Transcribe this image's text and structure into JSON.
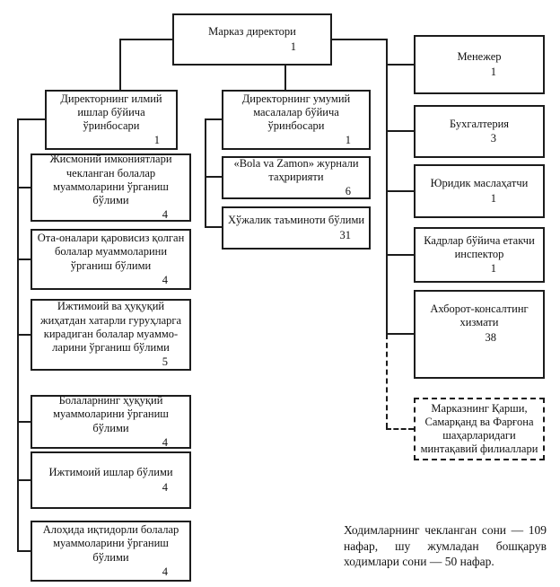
{
  "org": {
    "director": {
      "label": "Марказ директори",
      "count": "1"
    },
    "left_branch": {
      "head": {
        "label": "Директорнинг илмий ишлар бўйича ўринбосари",
        "count": "1"
      },
      "departments": [
        {
          "label": "Жисмоний имкониятлари чекланган болалар муаммоларини ўрганиш бўлими",
          "count": "4"
        },
        {
          "label": "Ота-оналари қаровисиз қолган болалар муаммоларини ўрганиш бўлими",
          "count": "4"
        },
        {
          "label": "Ижтимоий ва ҳуқуқий жиҳатдан хатарли гуруҳларга кирадиган болалар муаммо-ларини ўрганиш бўлими",
          "count": "5"
        },
        {
          "label": "Болаларнинг ҳуқуқий муаммоларини ўрганиш бўлими",
          "count": "4"
        },
        {
          "label": "Ижтимоий ишлар бўлими",
          "count": "4"
        },
        {
          "label": "Алоҳида иқтидорли болалар муаммоларини ўрганиш бўлими",
          "count": "4"
        }
      ]
    },
    "center_branch": {
      "head": {
        "label": "Директорнинг умумий масалалар бўйича ўринбосари",
        "count": "1"
      },
      "departments": [
        {
          "label": "«Bola va Zamon» журнали таҳририяти",
          "count": "6"
        },
        {
          "label": "Хўжалик таъминоти бўлими",
          "count": "31"
        }
      ]
    },
    "right_column": [
      {
        "label": "Менежер",
        "count": "1"
      },
      {
        "label": "Бухгалтерия",
        "count": "3"
      },
      {
        "label": "Юридик маслаҳатчи",
        "count": "1"
      },
      {
        "label": "Кадрлар бўйича етакчи инспектор",
        "count": "1"
      },
      {
        "label": "Ахборот-консалтинг хизмати",
        "count": "38"
      }
    ],
    "regional_branch": {
      "label": "Марказнинг Қарши, Самарқанд ва Фарғона шаҳарларидаги минтақавий филиаллари"
    },
    "note": "Ходимларнинг чекланган сони — 109 нафар, шу жумладан бошқарув ходимлари сони — 50 нафар."
  }
}
